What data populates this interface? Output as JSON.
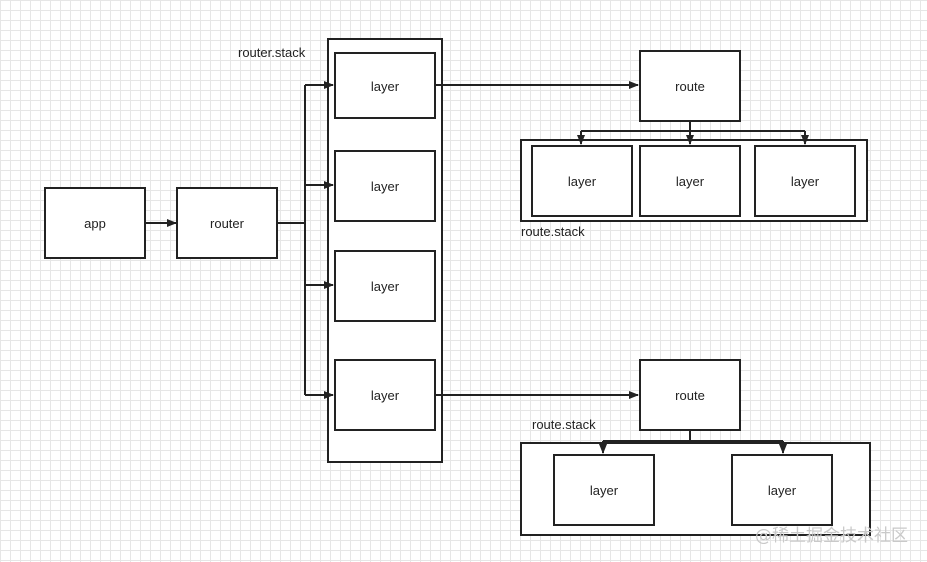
{
  "nodes": {
    "app": "app",
    "router": "router",
    "router_stack_label": "router.stack",
    "layers": [
      "layer",
      "layer",
      "layer",
      "layer"
    ],
    "route_top": "route",
    "route_top_stack_label": "route.stack",
    "route_top_layers": [
      "layer",
      "layer",
      "layer"
    ],
    "route_bottom": "route",
    "route_bottom_stack_label": "route.stack",
    "route_bottom_layers": [
      "layer",
      "layer"
    ]
  },
  "watermark": "@稀土掘金技术社区",
  "colors": {
    "stroke": "#222222",
    "grid": "#e6e6e6",
    "background": "#ffffff",
    "watermark": "#c9c9c9"
  }
}
